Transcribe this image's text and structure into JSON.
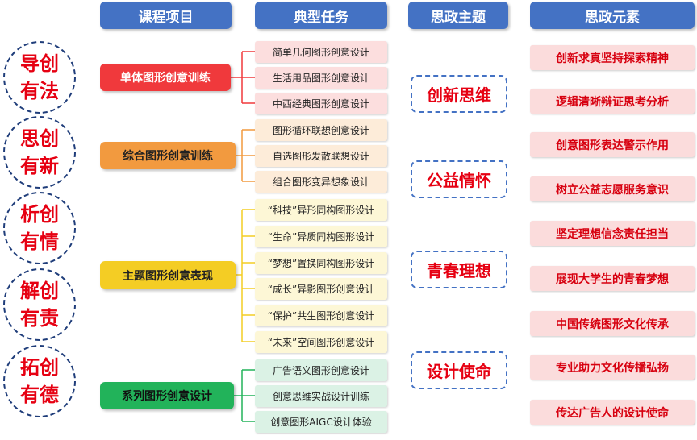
{
  "headers": [
    "课程项目",
    "典型任务",
    "思政主题",
    "思政元素"
  ],
  "circles": [
    {
      "line1": "导创",
      "line2": "有法"
    },
    {
      "line1": "思创",
      "line2": "有新"
    },
    {
      "line1": "析创",
      "line2": "有情"
    },
    {
      "line1": "解创",
      "line2": "有责"
    },
    {
      "line1": "拓创",
      "line2": "有德"
    }
  ],
  "courses": [
    {
      "label": "单体图形创意训练",
      "color": "#f0393c"
    },
    {
      "label": "综合图形创意训练",
      "color": "#f29a3f"
    },
    {
      "label": "主题图形创意表现",
      "color": "#f4cd24"
    },
    {
      "label": "系列图形创意设计",
      "color": "#22b35a"
    }
  ],
  "tasks": [
    {
      "label": "简单几何图形创意设计",
      "group": 0
    },
    {
      "label": "生活用品图形创意设计",
      "group": 0
    },
    {
      "label": "中西经典图形创意设计",
      "group": 0
    },
    {
      "label": "图形循环联想创意设计",
      "group": 1
    },
    {
      "label": "自选图形发散联想设计",
      "group": 1
    },
    {
      "label": "组合图形变异想象设计",
      "group": 1
    },
    {
      "label": "“科技”异形同构图形设计",
      "group": 2
    },
    {
      "label": "“生命”异质同构图形设计",
      "group": 2
    },
    {
      "label": "“梦想”置换同构图形设计",
      "group": 2
    },
    {
      "label": "“成长”异影图形创意设计",
      "group": 2
    },
    {
      "label": "“保护”共生图形创意设计",
      "group": 2
    },
    {
      "label": "“未来”空间图形创意设计",
      "group": 2
    },
    {
      "label": "广告语义图形创意设计",
      "group": 3
    },
    {
      "label": "创意思维实战设计训练",
      "group": 3
    },
    {
      "label": "创意图形AIGC设计体验",
      "group": 3
    }
  ],
  "task_colors": [
    "#fcdede",
    "#fdecd9",
    "#fdf7d6",
    "#dbf2e5"
  ],
  "themes": [
    "创新思维",
    "公益情怀",
    "青春理想",
    "设计使命"
  ],
  "elements": [
    "创新求真坚持探索精神",
    "逻辑清晰辩证思考分析",
    "创意图形表达警示作用",
    "树立公益志愿服务意识",
    "坚定理想信念责任担当",
    "展现大学生的青春梦想",
    "中国传统图形文化传承",
    "专业助力文化传播弘扬",
    "传达广告人的设计使命"
  ],
  "accent": "#4472c4",
  "red_text": "#e60012"
}
